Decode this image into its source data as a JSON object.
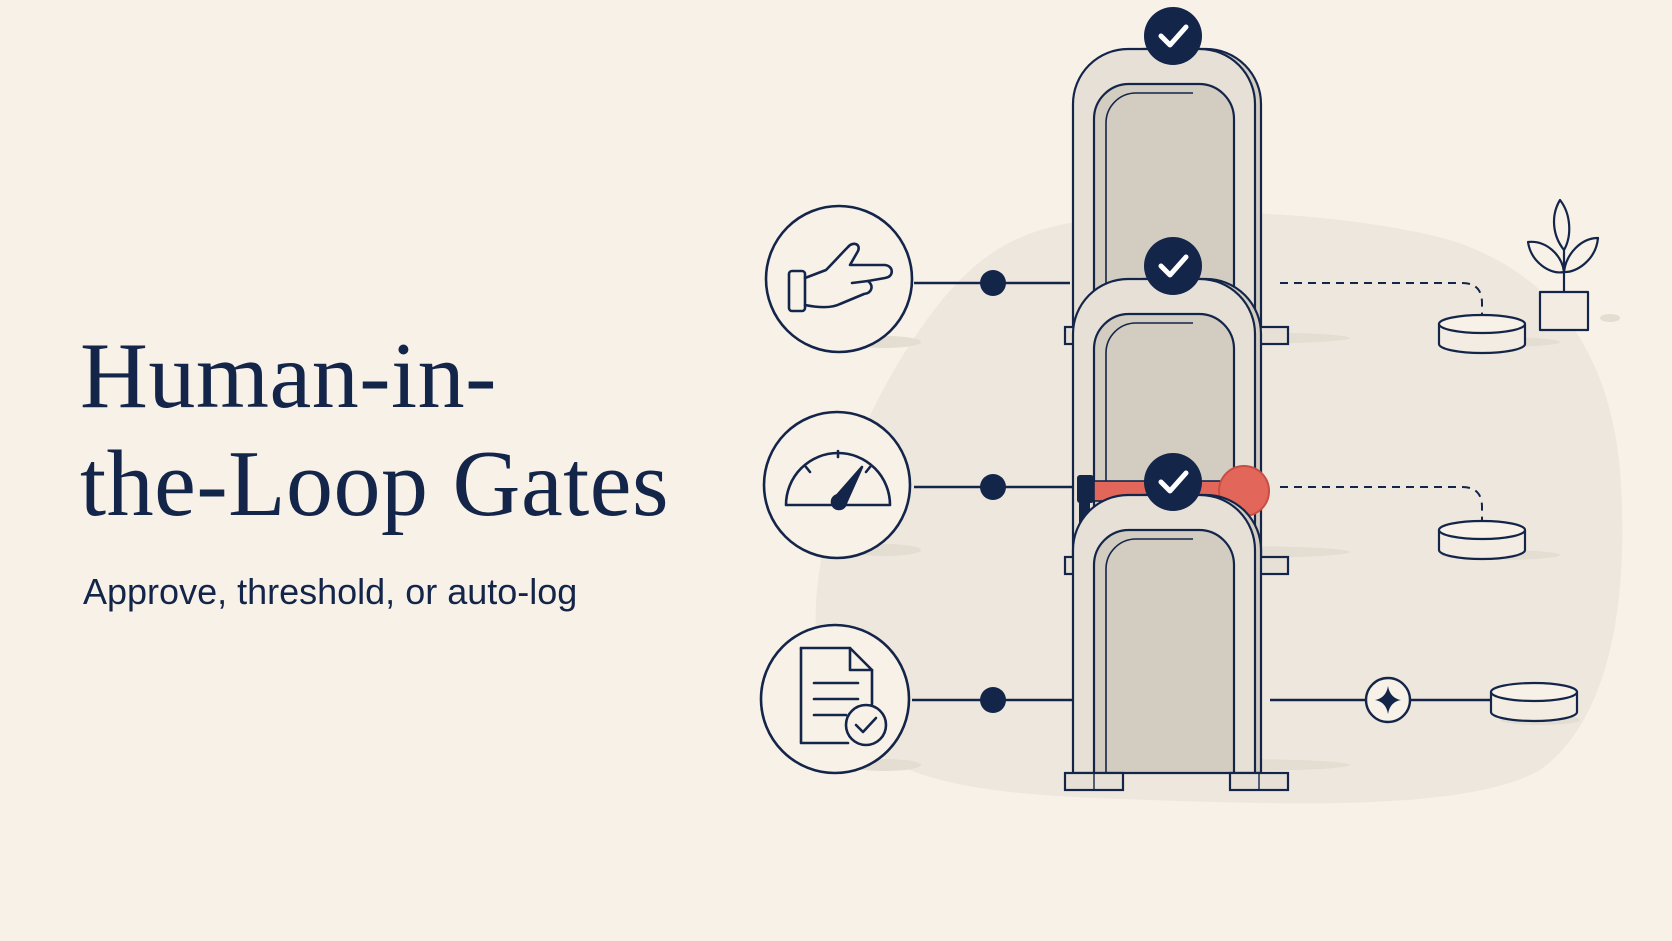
{
  "title": {
    "line1": "Human-in-",
    "line2": "the-Loop Gates"
  },
  "subtitle": "Approve, threshold, or auto-log",
  "colors": {
    "background": "#f8f1e8",
    "ink": "#14254a",
    "gate_fill": "#e6e0d7",
    "gate_side": "#d3ccc1",
    "barrier": "#e2675a",
    "blob": "#eee7dd"
  },
  "rows": [
    {
      "input_icon": "hand-icon",
      "gate": "open-gate",
      "gate_badge": "check-icon",
      "output": "dashed-path-to-plant-and-disk"
    },
    {
      "input_icon": "gauge-icon",
      "gate": "barrier-gate",
      "gate_badge": "check-icon",
      "output": "dashed-path-to-disk"
    },
    {
      "input_icon": "document-check-icon",
      "gate": "open-gate",
      "gate_badge": "check-icon",
      "output": "solid-path-via-sparkle-to-disk"
    }
  ]
}
